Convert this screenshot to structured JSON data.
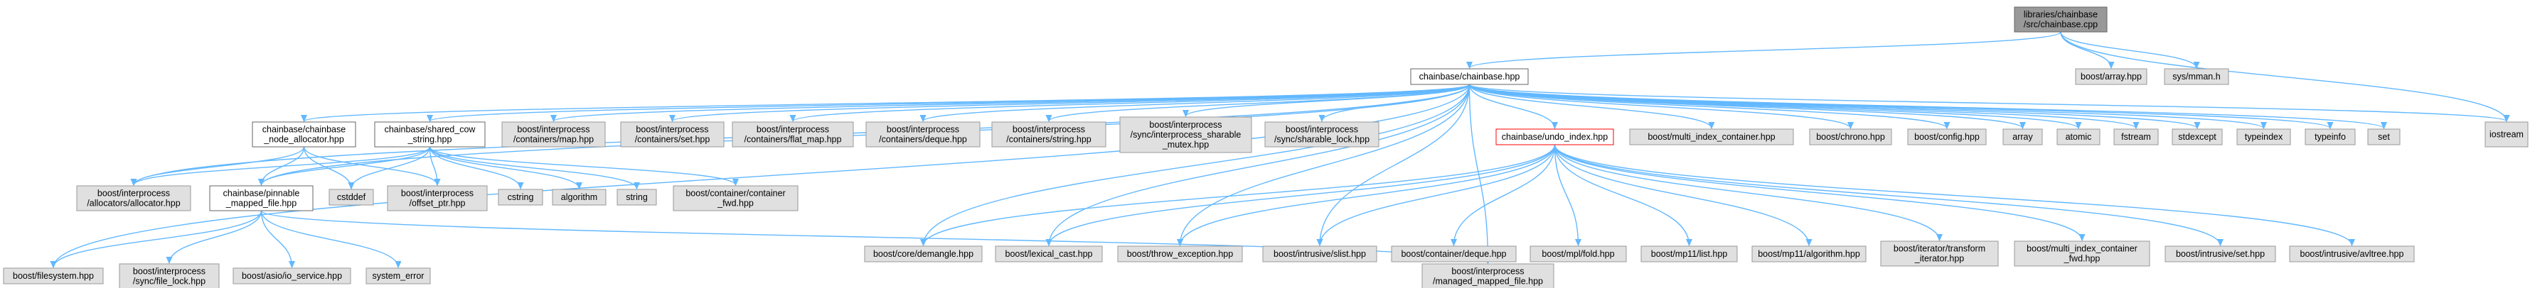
{
  "colors": {
    "edge": "#63b8ff",
    "root_fill": "#999999",
    "root_stroke": "#666666",
    "normal_fill": "#ffffff",
    "highlight_stroke": "#ff0000",
    "normal_stroke": "#666666",
    "ext_fill": "#e0e0e0",
    "ext_stroke": "#999999"
  },
  "nodes": [
    {
      "id": "root",
      "kind": "root",
      "lines": [
        "libraries/chainbase",
        "/src/chainbase.cpp"
      ]
    },
    {
      "id": "chainbase_hpp",
      "kind": "normal",
      "lines": [
        "chainbase/chainbase.hpp"
      ]
    },
    {
      "id": "boost_array",
      "kind": "ext",
      "lines": [
        "boost/array.hpp"
      ]
    },
    {
      "id": "sys_mman",
      "kind": "ext",
      "lines": [
        "sys/mman.h"
      ]
    },
    {
      "id": "iostream",
      "kind": "ext",
      "lines": [
        "iostream"
      ]
    },
    {
      "id": "node_alloc",
      "kind": "normal",
      "lines": [
        "chainbase/chainbase",
        "_node_allocator.hpp"
      ]
    },
    {
      "id": "shared_cow",
      "kind": "normal",
      "lines": [
        "chainbase/shared_cow",
        "_string.hpp"
      ]
    },
    {
      "id": "ip_map",
      "kind": "ext",
      "lines": [
        "boost/interprocess",
        "/containers/map.hpp"
      ]
    },
    {
      "id": "ip_set",
      "kind": "ext",
      "lines": [
        "boost/interprocess",
        "/containers/set.hpp"
      ]
    },
    {
      "id": "ip_flat_map",
      "kind": "ext",
      "lines": [
        "boost/interprocess",
        "/containers/flat_map.hpp"
      ]
    },
    {
      "id": "ip_deque",
      "kind": "ext",
      "lines": [
        "boost/interprocess",
        "/containers/deque.hpp"
      ]
    },
    {
      "id": "ip_string",
      "kind": "ext",
      "lines": [
        "boost/interprocess",
        "/containers/string.hpp"
      ]
    },
    {
      "id": "ip_sharable_mutex",
      "kind": "ext",
      "lines": [
        "boost/interprocess",
        "/sync/interprocess_sharable",
        "_mutex.hpp"
      ]
    },
    {
      "id": "ip_sharable_lock",
      "kind": "ext",
      "lines": [
        "boost/interprocess",
        "/sync/sharable_lock.hpp"
      ]
    },
    {
      "id": "undo_index",
      "kind": "highlight",
      "lines": [
        "chainbase/undo_index.hpp"
      ]
    },
    {
      "id": "multi_index_container",
      "kind": "ext",
      "lines": [
        "boost/multi_index_container.hpp"
      ]
    },
    {
      "id": "boost_chrono",
      "kind": "ext",
      "lines": [
        "boost/chrono.hpp"
      ]
    },
    {
      "id": "boost_config",
      "kind": "ext",
      "lines": [
        "boost/config.hpp"
      ]
    },
    {
      "id": "array",
      "kind": "ext",
      "lines": [
        "array"
      ]
    },
    {
      "id": "atomic",
      "kind": "ext",
      "lines": [
        "atomic"
      ]
    },
    {
      "id": "fstream",
      "kind": "ext",
      "lines": [
        "fstream"
      ]
    },
    {
      "id": "stdexcept",
      "kind": "ext",
      "lines": [
        "stdexcept"
      ]
    },
    {
      "id": "typeindex",
      "kind": "ext",
      "lines": [
        "typeindex"
      ]
    },
    {
      "id": "typeinfo",
      "kind": "ext",
      "lines": [
        "typeinfo"
      ]
    },
    {
      "id": "set",
      "kind": "ext",
      "lines": [
        "set"
      ]
    },
    {
      "id": "allocator_hpp",
      "kind": "ext",
      "lines": [
        "boost/interprocess",
        "/allocators/allocator.hpp"
      ]
    },
    {
      "id": "pinnable",
      "kind": "normal",
      "lines": [
        "chainbase/pinnable",
        "_mapped_file.hpp"
      ]
    },
    {
      "id": "cstddef",
      "kind": "ext",
      "lines": [
        "cstddef"
      ]
    },
    {
      "id": "offset_ptr",
      "kind": "ext",
      "lines": [
        "boost/interprocess",
        "/offset_ptr.hpp"
      ]
    },
    {
      "id": "cstring",
      "kind": "ext",
      "lines": [
        "cstring"
      ]
    },
    {
      "id": "algorithm",
      "kind": "ext",
      "lines": [
        "algorithm"
      ]
    },
    {
      "id": "string",
      "kind": "ext",
      "lines": [
        "string"
      ]
    },
    {
      "id": "container_fwd",
      "kind": "ext",
      "lines": [
        "boost/container/container",
        "_fwd.hpp"
      ]
    },
    {
      "id": "core_demangle",
      "kind": "ext",
      "lines": [
        "boost/core/demangle.hpp"
      ]
    },
    {
      "id": "lexical_cast",
      "kind": "ext",
      "lines": [
        "boost/lexical_cast.hpp"
      ]
    },
    {
      "id": "throw_exception",
      "kind": "ext",
      "lines": [
        "boost/throw_exception.hpp"
      ]
    },
    {
      "id": "intrusive_slist",
      "kind": "ext",
      "lines": [
        "boost/intrusive/slist.hpp"
      ]
    },
    {
      "id": "container_deque",
      "kind": "ext",
      "lines": [
        "boost/container/deque.hpp"
      ]
    },
    {
      "id": "mpl_fold",
      "kind": "ext",
      "lines": [
        "boost/mpl/fold.hpp"
      ]
    },
    {
      "id": "mp11_list",
      "kind": "ext",
      "lines": [
        "boost/mp11/list.hpp"
      ]
    },
    {
      "id": "mp11_algorithm",
      "kind": "ext",
      "lines": [
        "boost/mp11/algorithm.hpp"
      ]
    },
    {
      "id": "iterator_transform",
      "kind": "ext",
      "lines": [
        "boost/iterator/transform",
        "_iterator.hpp"
      ]
    },
    {
      "id": "multi_index_fwd",
      "kind": "ext",
      "lines": [
        "boost/multi_index_container",
        "_fwd.hpp"
      ]
    },
    {
      "id": "intrusive_set",
      "kind": "ext",
      "lines": [
        "boost/intrusive/set.hpp"
      ]
    },
    {
      "id": "intrusive_avltree",
      "kind": "ext",
      "lines": [
        "boost/intrusive/avltree.hpp"
      ]
    },
    {
      "id": "filesystem",
      "kind": "ext",
      "lines": [
        "boost/filesystem.hpp"
      ]
    },
    {
      "id": "file_lock",
      "kind": "ext",
      "lines": [
        "boost/interprocess",
        "/sync/file_lock.hpp"
      ]
    },
    {
      "id": "io_service",
      "kind": "ext",
      "lines": [
        "boost/asio/io_service.hpp"
      ]
    },
    {
      "id": "system_error",
      "kind": "ext",
      "lines": [
        "system_error"
      ]
    },
    {
      "id": "managed_mapped",
      "kind": "ext",
      "lines": [
        "boost/interprocess",
        "/managed_mapped_file.hpp"
      ]
    }
  ],
  "edges": [
    [
      "root",
      "chainbase_hpp"
    ],
    [
      "root",
      "boost_array"
    ],
    [
      "root",
      "sys_mman"
    ],
    [
      "root",
      "iostream"
    ],
    [
      "chainbase_hpp",
      "node_alloc"
    ],
    [
      "chainbase_hpp",
      "shared_cow"
    ],
    [
      "chainbase_hpp",
      "ip_map"
    ],
    [
      "chainbase_hpp",
      "ip_set"
    ],
    [
      "chainbase_hpp",
      "ip_flat_map"
    ],
    [
      "chainbase_hpp",
      "ip_deque"
    ],
    [
      "chainbase_hpp",
      "ip_string"
    ],
    [
      "chainbase_hpp",
      "ip_sharable_mutex"
    ],
    [
      "chainbase_hpp",
      "ip_sharable_lock"
    ],
    [
      "chainbase_hpp",
      "undo_index"
    ],
    [
      "chainbase_hpp",
      "multi_index_container"
    ],
    [
      "chainbase_hpp",
      "boost_chrono"
    ],
    [
      "chainbase_hpp",
      "boost_config"
    ],
    [
      "chainbase_hpp",
      "array"
    ],
    [
      "chainbase_hpp",
      "atomic"
    ],
    [
      "chainbase_hpp",
      "fstream"
    ],
    [
      "chainbase_hpp",
      "stdexcept"
    ],
    [
      "chainbase_hpp",
      "typeindex"
    ],
    [
      "chainbase_hpp",
      "typeinfo"
    ],
    [
      "chainbase_hpp",
      "set"
    ],
    [
      "chainbase_hpp",
      "iostream"
    ],
    [
      "chainbase_hpp",
      "allocator_hpp"
    ],
    [
      "chainbase_hpp",
      "pinnable"
    ],
    [
      "chainbase_hpp",
      "filesystem"
    ],
    [
      "chainbase_hpp",
      "managed_mapped"
    ],
    [
      "chainbase_hpp",
      "core_demangle"
    ],
    [
      "chainbase_hpp",
      "lexical_cast"
    ],
    [
      "chainbase_hpp",
      "throw_exception"
    ],
    [
      "chainbase_hpp",
      "intrusive_slist"
    ],
    [
      "node_alloc",
      "allocator_hpp"
    ],
    [
      "node_alloc",
      "pinnable"
    ],
    [
      "node_alloc",
      "cstddef"
    ],
    [
      "node_alloc",
      "offset_ptr"
    ],
    [
      "shared_cow",
      "allocator_hpp"
    ],
    [
      "shared_cow",
      "pinnable"
    ],
    [
      "shared_cow",
      "cstddef"
    ],
    [
      "shared_cow",
      "offset_ptr"
    ],
    [
      "shared_cow",
      "cstring"
    ],
    [
      "shared_cow",
      "algorithm"
    ],
    [
      "shared_cow",
      "string"
    ],
    [
      "shared_cow",
      "container_fwd"
    ],
    [
      "pinnable",
      "filesystem"
    ],
    [
      "pinnable",
      "file_lock"
    ],
    [
      "pinnable",
      "io_service"
    ],
    [
      "pinnable",
      "system_error"
    ],
    [
      "pinnable",
      "managed_mapped"
    ],
    [
      "undo_index",
      "core_demangle"
    ],
    [
      "undo_index",
      "lexical_cast"
    ],
    [
      "undo_index",
      "throw_exception"
    ],
    [
      "undo_index",
      "intrusive_slist"
    ],
    [
      "undo_index",
      "container_deque"
    ],
    [
      "undo_index",
      "mpl_fold"
    ],
    [
      "undo_index",
      "mp11_list"
    ],
    [
      "undo_index",
      "mp11_algorithm"
    ],
    [
      "undo_index",
      "iterator_transform"
    ],
    [
      "undo_index",
      "multi_index_fwd"
    ],
    [
      "undo_index",
      "intrusive_set"
    ],
    [
      "undo_index",
      "intrusive_avltree"
    ]
  ]
}
